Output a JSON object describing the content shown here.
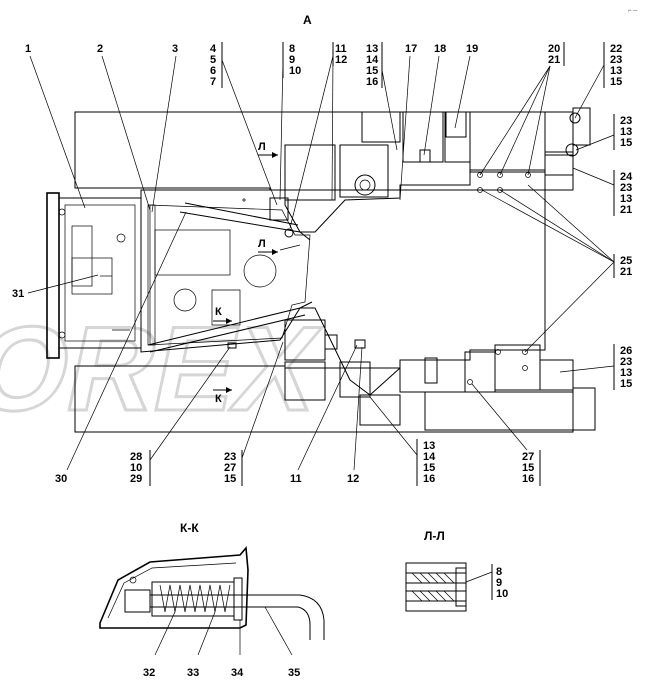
{
  "corner_mark": "⌐ ─",
  "view_title": "А",
  "watermark": "OREX",
  "top_label_groups": [
    {
      "id": "t1",
      "lines": [
        "1"
      ]
    },
    {
      "id": "t2",
      "lines": [
        "2"
      ]
    },
    {
      "id": "t3",
      "lines": [
        "3"
      ]
    },
    {
      "id": "t4",
      "lines": [
        "4",
        "5",
        "6",
        "7"
      ]
    },
    {
      "id": "t8",
      "lines": [
        "8",
        "9",
        "10"
      ]
    },
    {
      "id": "t11",
      "lines": [
        "11",
        "12"
      ]
    },
    {
      "id": "t13",
      "lines": [
        "13",
        "14",
        "15",
        "16"
      ]
    },
    {
      "id": "t17",
      "lines": [
        "17"
      ]
    },
    {
      "id": "t18",
      "lines": [
        "18"
      ]
    },
    {
      "id": "t19",
      "lines": [
        "19"
      ]
    },
    {
      "id": "t20",
      "lines": [
        "20",
        "21"
      ]
    },
    {
      "id": "t22",
      "lines": [
        "22",
        "23",
        "13",
        "15"
      ]
    }
  ],
  "right_label_groups": [
    {
      "id": "r1",
      "lines": [
        "23",
        "13",
        "15"
      ]
    },
    {
      "id": "r2",
      "lines": [
        "24",
        "23",
        "13",
        "21"
      ]
    },
    {
      "id": "r3",
      "lines": [
        "25",
        "21"
      ]
    },
    {
      "id": "r4",
      "lines": [
        "26",
        "23",
        "13",
        "15"
      ]
    }
  ],
  "left_labels": [
    {
      "id": "l31",
      "text": "31"
    }
  ],
  "bottom_label_groups": [
    {
      "id": "b30",
      "lines": [
        "30"
      ]
    },
    {
      "id": "b28",
      "lines": [
        "28",
        "10",
        "29"
      ]
    },
    {
      "id": "b23",
      "lines": [
        "23",
        "27",
        "15"
      ]
    },
    {
      "id": "b11",
      "lines": [
        "11"
      ]
    },
    {
      "id": "b12",
      "lines": [
        "12"
      ]
    },
    {
      "id": "b13",
      "lines": [
        "13",
        "14",
        "15",
        "16"
      ]
    },
    {
      "id": "b27",
      "lines": [
        "27",
        "15",
        "16"
      ]
    }
  ],
  "section_marks": {
    "l_upper": "Л",
    "l_mid": "Л",
    "k_mid": "К",
    "k_lower": "К"
  },
  "detail_kk": {
    "title": "К-К",
    "callouts": [
      "32",
      "33",
      "34",
      "35"
    ]
  },
  "detail_ll": {
    "title": "Л-Л",
    "callouts": [
      "8",
      "9",
      "10"
    ]
  }
}
